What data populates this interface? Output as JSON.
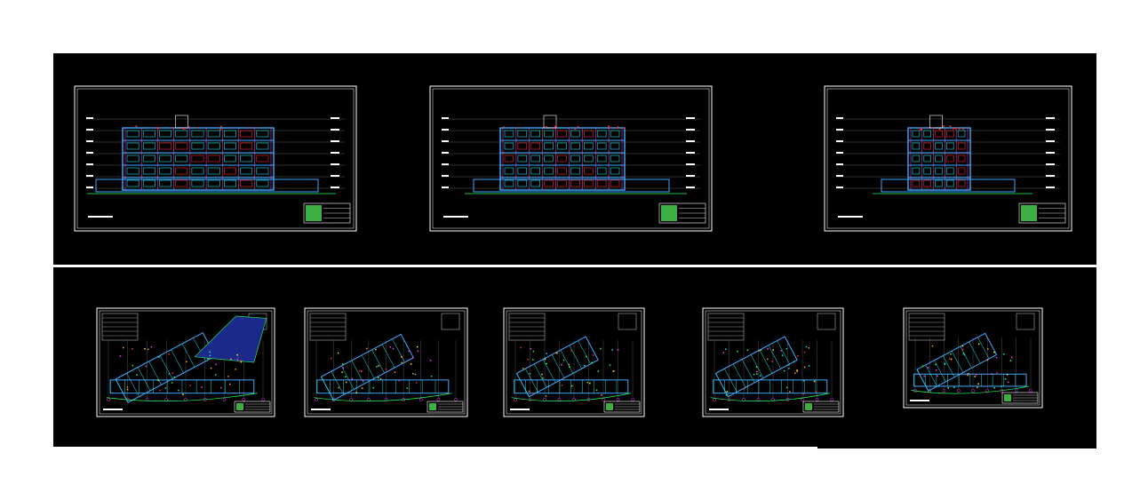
{
  "canvas": {
    "background": "#ffffff",
    "model_space": "#000000"
  },
  "colors": {
    "frame": "#ffffff",
    "wall": "#3fa9ff",
    "cyan": "#20e0e0",
    "red": "#ff2a2a",
    "green": "#2aff5a",
    "magenta": "#ff3cff",
    "yellow": "#ffe23a",
    "orange": "#ff9a2a",
    "grey": "#9a9a9a",
    "logo": "#3cb043"
  },
  "sheets": {
    "sections": [
      {
        "id": "section-1",
        "type": "section"
      },
      {
        "id": "section-2",
        "type": "section"
      },
      {
        "id": "section-3",
        "type": "section"
      }
    ],
    "plans": [
      {
        "id": "plan-1",
        "type": "plan"
      },
      {
        "id": "plan-2",
        "type": "plan"
      },
      {
        "id": "plan-3",
        "type": "plan"
      },
      {
        "id": "plan-4",
        "type": "plan"
      },
      {
        "id": "plan-5",
        "type": "plan"
      }
    ]
  }
}
